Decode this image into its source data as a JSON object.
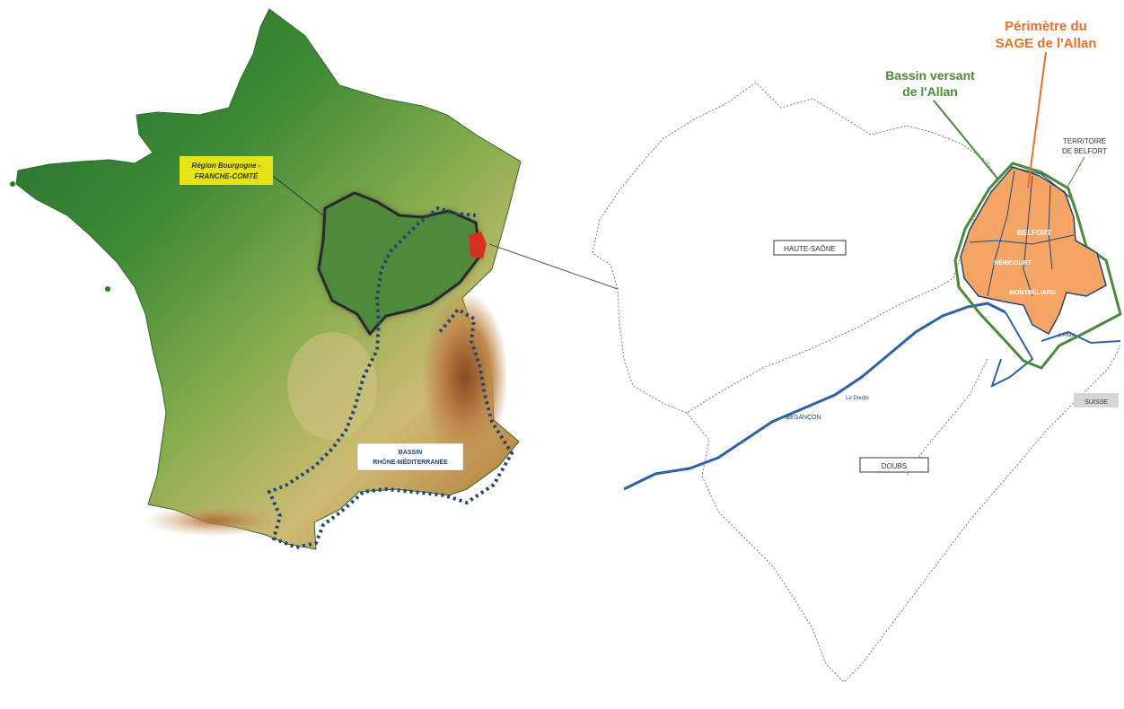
{
  "left_map": {
    "region_label_line1": "Région Bourgogne -",
    "region_label_line2": "FRANCHE-COMTÉ",
    "basin_label_line1": "BASSIN",
    "basin_label_line2": "RHÔNE-MÉDITERRANÉE"
  },
  "right_map": {
    "title_perimetre_line1": "Périmètre du",
    "title_perimetre_line2": "SAGE de l'Allan",
    "title_bassin_line1": "Bassin versant",
    "title_bassin_line2": "de l'Allan",
    "territoire_line1": "TERRITOIRE",
    "territoire_line2": "DE BELFORT",
    "haute_saone": "HAUTE-SAÔNE",
    "doubs": "DOUBS",
    "suisse": "SUISSE",
    "besancon": "BESANÇON",
    "le_doubs": "Le Doubs",
    "belfort": "BELFORT",
    "hericourt": "HÉRICOURT",
    "montbeliard": "MONTBÉLIARD",
    "allan": "L'Allan"
  },
  "colors": {
    "sage_fill": "#f4a465",
    "sage_title": "#e8702a",
    "bassin_title": "#4a8a3a",
    "river": "#2e62a8",
    "basin_border": "#24466e",
    "region_label_bg": "#e6e21a",
    "territoire_red": "#d83020"
  }
}
